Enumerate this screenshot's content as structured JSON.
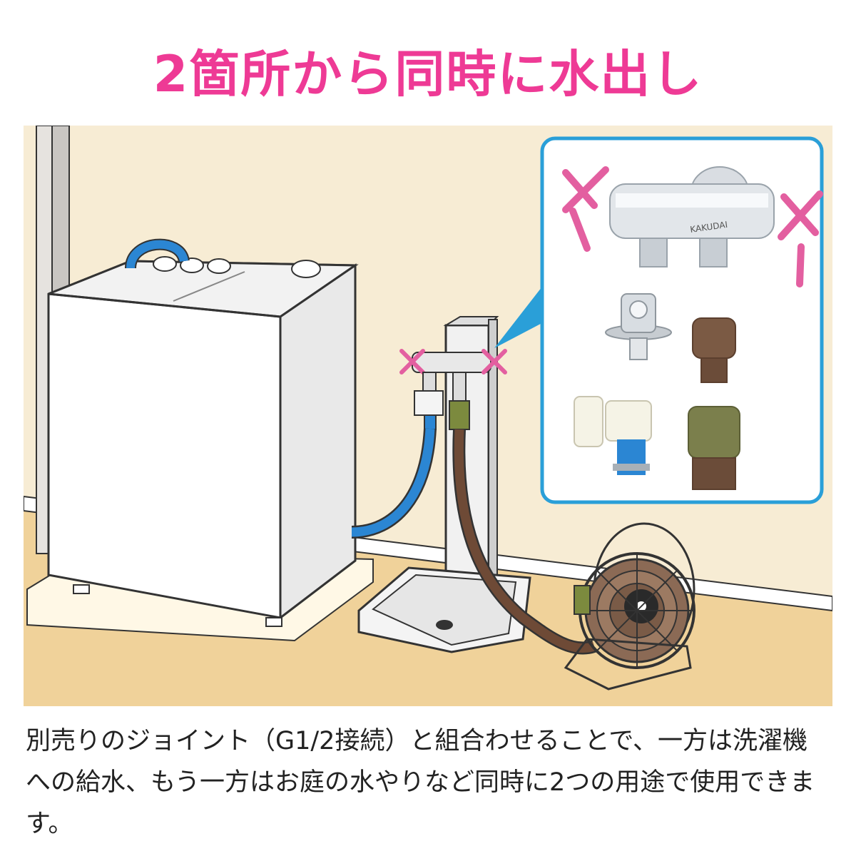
{
  "headline": "2箇所から同時に水出し",
  "caption": "別売りのジョイント（G1/2接続）と組合わせることで、一方は洗濯機への給水、もう一方はお庭の水やりなど同時に2つの用途で使用できます。",
  "brand": "KAKUDAI",
  "colors": {
    "headline": "#ee3a95",
    "wall": "#f7ecd4",
    "floor": "#f0d29a",
    "callout_border": "#2a9fd8",
    "hose_blue": "#2b86d3",
    "hose_brown": "#6e4a36"
  }
}
